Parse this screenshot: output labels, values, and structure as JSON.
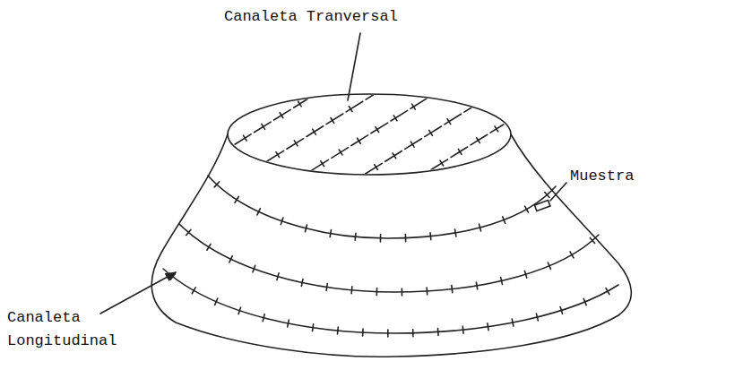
{
  "diagram": {
    "labels": [
      "Canaleta Tranversal",
      "Muestra",
      "Canaleta Longitudinal"
    ]
  }
}
